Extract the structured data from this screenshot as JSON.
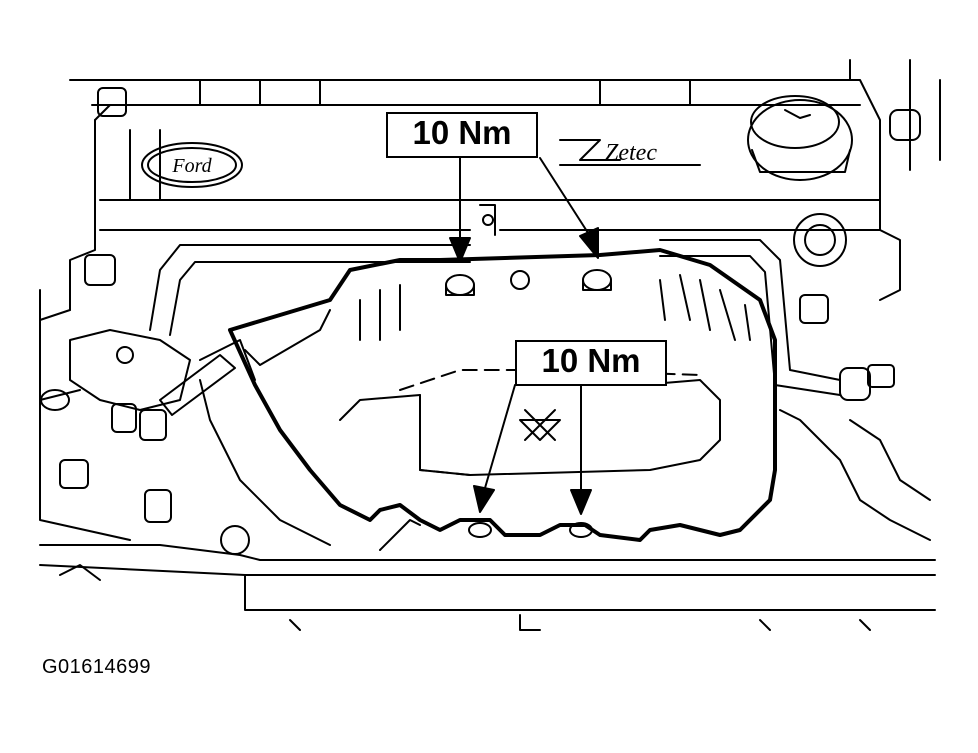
{
  "callouts": {
    "top_torque": "10 Nm",
    "bottom_torque": "10 Nm"
  },
  "engine_labels": {
    "brand_badge": "Ford",
    "engine_badge": "Zetec"
  },
  "figure_id": "G01614699",
  "colors": {
    "line": "#000000",
    "background": "#ffffff"
  }
}
